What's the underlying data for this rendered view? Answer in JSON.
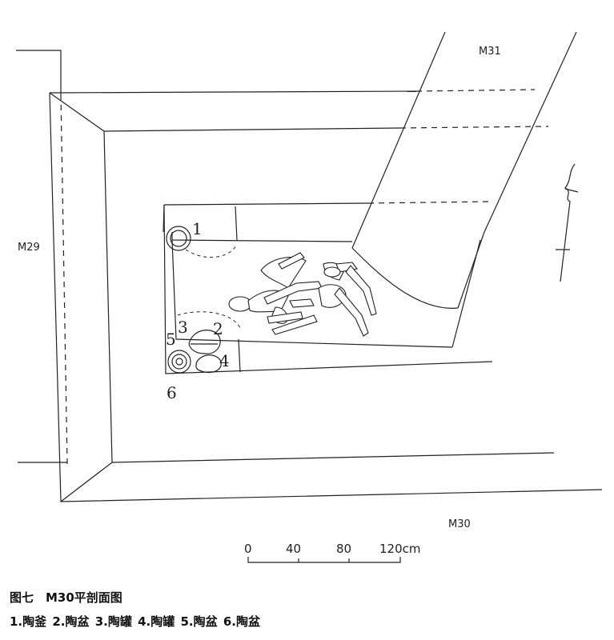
{
  "labels": {
    "m31": "M31",
    "m29": "M29",
    "m30": "M30"
  },
  "items": {
    "n1": "1",
    "n2": "2",
    "n3": "3",
    "n4": "4",
    "n5": "5",
    "n6": "6"
  },
  "scale_bar": {
    "ticks": [
      "0",
      "40",
      "80",
      "120cm"
    ]
  },
  "caption": {
    "title": "图七　M30平剖面图",
    "legend": [
      "1.陶釜",
      "2.陶盆",
      "3.陶罐",
      "4.陶罐",
      "5.陶盆",
      "6.陶盆"
    ]
  }
}
